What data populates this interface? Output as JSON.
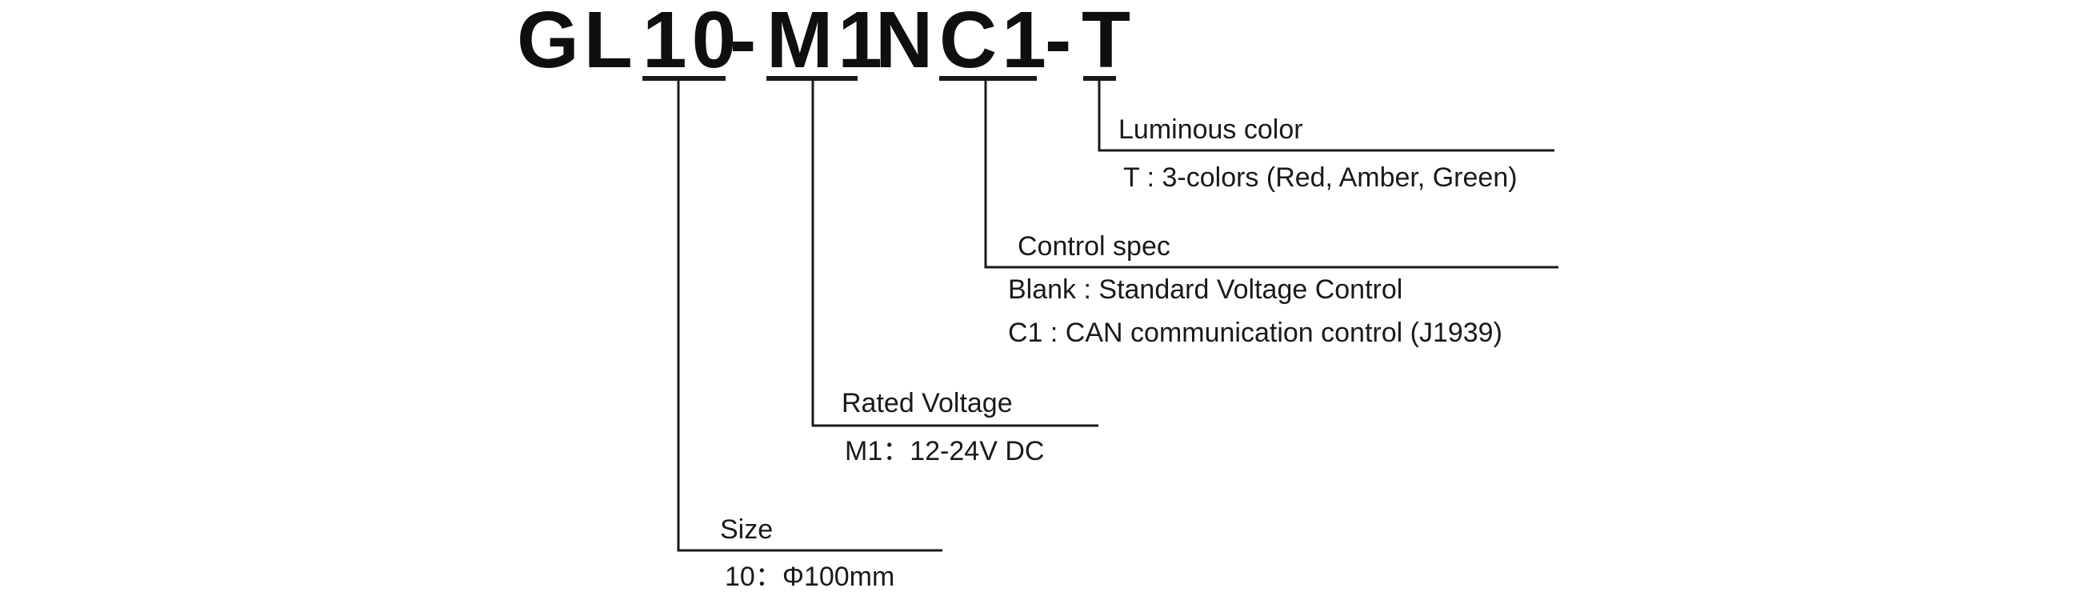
{
  "model_code": {
    "segments": [
      "GL",
      "10",
      "-",
      "M1",
      "N",
      "C1",
      "-",
      "T"
    ]
  },
  "callouts": {
    "luminous_color": {
      "title": "Luminous color",
      "options": [
        "T : 3-colors (Red, Amber, Green)"
      ]
    },
    "control_spec": {
      "title": "Control spec",
      "options": [
        "Blank : Standard Voltage Control",
        "C1 : CAN communication control (J1939)"
      ]
    },
    "rated_voltage": {
      "title": "Rated Voltage",
      "options": [
        "M1：12-24V DC"
      ]
    },
    "size": {
      "title": "Size",
      "options": [
        "10：Φ100mm"
      ]
    }
  },
  "colors": {
    "line": "#1a1a1a",
    "text": "#1a1a1a"
  }
}
